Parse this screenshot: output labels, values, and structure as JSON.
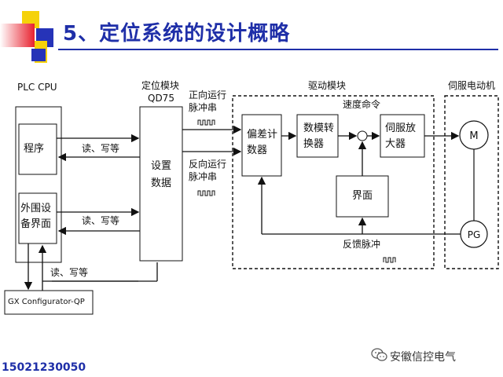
{
  "title": "5、定位系统的设计概略",
  "labels": {
    "plc_cpu": "PLC CPU",
    "program": "程序",
    "peripheral_l1": "外围设",
    "peripheral_l2": "备界面",
    "gx": "GX Configurator-QP",
    "qd75_l1": "定位模块",
    "qd75_l2": "QD75",
    "settings_l1": "设置",
    "settings_l2": "数据",
    "rw1": "读、写等",
    "rw2": "读、写等",
    "rw3": "读、写等",
    "fwd_l1": "正向运行",
    "fwd_l2": "脉冲串",
    "rev_l1": "反向运行",
    "rev_l2": "脉冲串",
    "drive_module": "驱动模块",
    "speed_cmd": "速度命令",
    "deviation_l1": "偏差计",
    "deviation_l2": "数器",
    "dac_l1": "数模转",
    "dac_l2": "换器",
    "amp_l1": "伺服放",
    "amp_l2": "大器",
    "interface": "界面",
    "feedback": "反馈脉冲",
    "servo_motor": "伺服电动机",
    "motor": "M",
    "pg": "PG"
  },
  "footer": {
    "phone": "15021230050",
    "brand": "安徽信控电气"
  },
  "colors": {
    "title": "#1f2fa8",
    "square_red": "#e8212e",
    "square_yellow": "#f5d20a",
    "square_blue": "#2633b8"
  }
}
